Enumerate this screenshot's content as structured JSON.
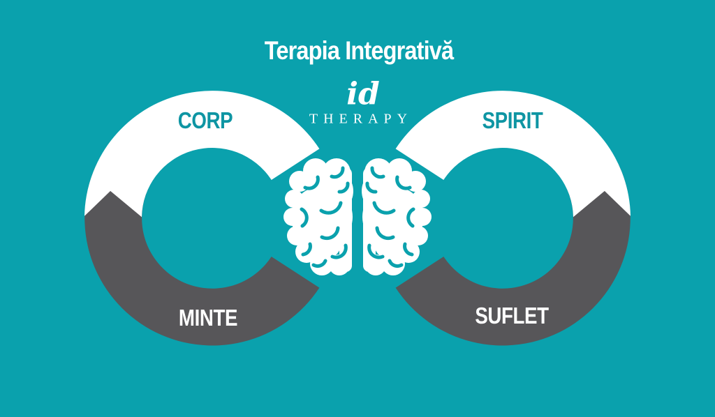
{
  "title": "Terapia Integrativă",
  "logo": {
    "script_text": "id",
    "brand_text": "THERAPY"
  },
  "labels": {
    "top_left": "CORP",
    "top_right": "SPIRIT",
    "bottom_left": "MINTE",
    "bottom_right": "SUFLET"
  },
  "colors": {
    "background_teal": "#0aa1ad",
    "band_white": "#ffffff",
    "band_gray": "#575659",
    "label_teal": "#0e95a3",
    "label_white": "#ffffff"
  }
}
